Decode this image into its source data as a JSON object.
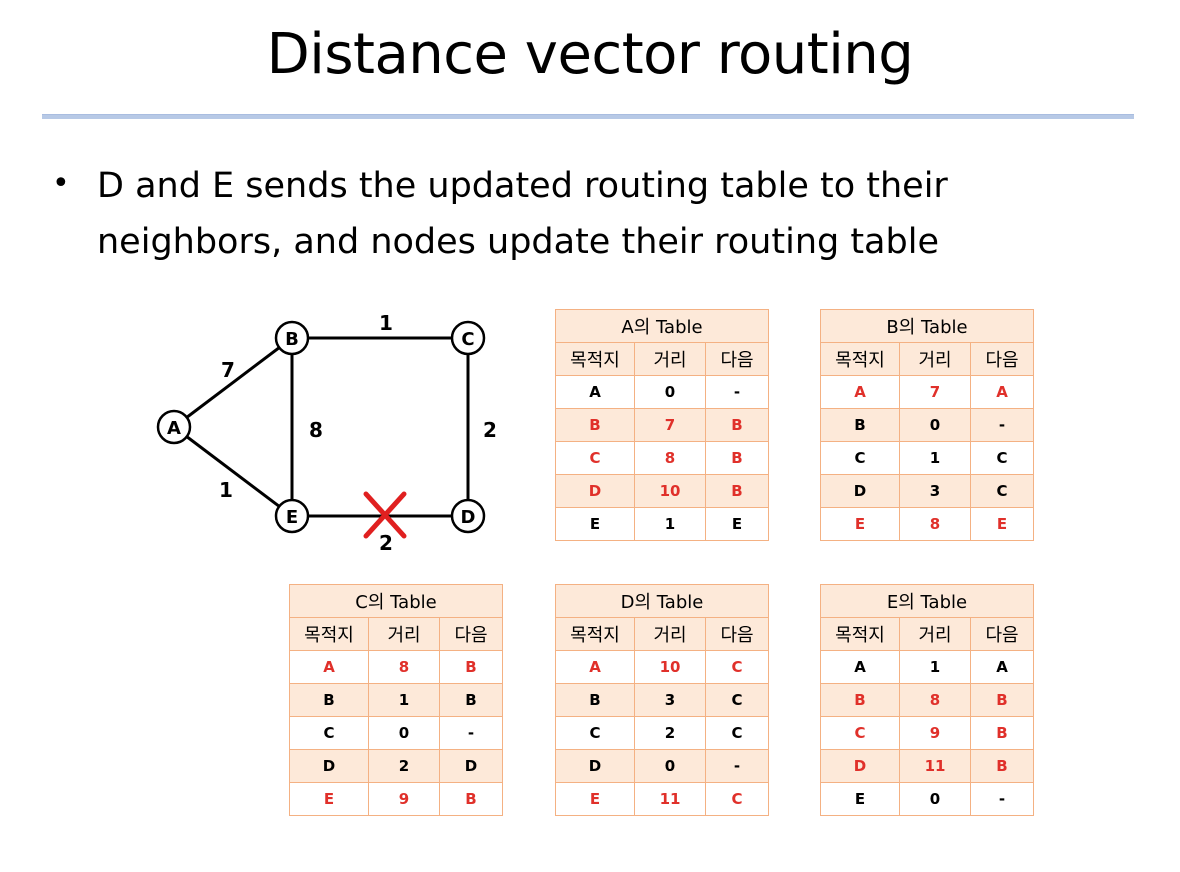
{
  "slide": {
    "title": "Distance vector routing",
    "bullet": "D and E sends the updated routing table to their neighbors, and nodes update their routing table"
  },
  "graph": {
    "nodes": [
      "A",
      "B",
      "C",
      "D",
      "E"
    ],
    "edge_weights": {
      "A-B": "7",
      "B-C": "1",
      "B-E": "8",
      "C-D": "2",
      "A-E": "1",
      "E-D": "2"
    },
    "broken_link": "E-D"
  },
  "tables": {
    "A": {
      "title": "A의 Table",
      "headers": [
        "목적지",
        "거리",
        "다음"
      ],
      "rows": [
        {
          "cells": [
            "A",
            "0",
            "-"
          ],
          "updated": false
        },
        {
          "cells": [
            "B",
            "7",
            "B"
          ],
          "updated": true
        },
        {
          "cells": [
            "C",
            "8",
            "B"
          ],
          "updated": true
        },
        {
          "cells": [
            "D",
            "10",
            "B"
          ],
          "updated": true
        },
        {
          "cells": [
            "E",
            "1",
            "E"
          ],
          "updated": false
        }
      ]
    },
    "B": {
      "title": "B의 Table",
      "headers": [
        "목적지",
        "거리",
        "다음"
      ],
      "rows": [
        {
          "cells": [
            "A",
            "7",
            "A"
          ],
          "updated": true
        },
        {
          "cells": [
            "B",
            "0",
            "-"
          ],
          "updated": false
        },
        {
          "cells": [
            "C",
            "1",
            "C"
          ],
          "updated": false
        },
        {
          "cells": [
            "D",
            "3",
            "C"
          ],
          "updated": false
        },
        {
          "cells": [
            "E",
            "8",
            "E"
          ],
          "updated": true
        }
      ]
    },
    "C": {
      "title": "C의 Table",
      "headers": [
        "목적지",
        "거리",
        "다음"
      ],
      "rows": [
        {
          "cells": [
            "A",
            "8",
            "B"
          ],
          "updated": true
        },
        {
          "cells": [
            "B",
            "1",
            "B"
          ],
          "updated": false
        },
        {
          "cells": [
            "C",
            "0",
            "-"
          ],
          "updated": false
        },
        {
          "cells": [
            "D",
            "2",
            "D"
          ],
          "updated": false
        },
        {
          "cells": [
            "E",
            "9",
            "B"
          ],
          "updated": true
        }
      ]
    },
    "D": {
      "title": "D의 Table",
      "headers": [
        "목적지",
        "거리",
        "다음"
      ],
      "rows": [
        {
          "cells": [
            "A",
            "10",
            "C"
          ],
          "updated": true
        },
        {
          "cells": [
            "B",
            "3",
            "C"
          ],
          "updated": false
        },
        {
          "cells": [
            "C",
            "2",
            "C"
          ],
          "updated": false
        },
        {
          "cells": [
            "D",
            "0",
            "-"
          ],
          "updated": false
        },
        {
          "cells": [
            "E",
            "11",
            "C"
          ],
          "updated": true
        }
      ]
    },
    "E": {
      "title": "E의 Table",
      "headers": [
        "목적지",
        "거리",
        "다음"
      ],
      "rows": [
        {
          "cells": [
            "A",
            "1",
            "A"
          ],
          "updated": false
        },
        {
          "cells": [
            "B",
            "8",
            "B"
          ],
          "updated": true
        },
        {
          "cells": [
            "C",
            "9",
            "B"
          ],
          "updated": true
        },
        {
          "cells": [
            "D",
            "11",
            "B"
          ],
          "updated": true
        },
        {
          "cells": [
            "E",
            "0",
            "-"
          ],
          "updated": false
        }
      ]
    }
  },
  "colors": {
    "updated_text": "#e0302a",
    "table_border": "#f4b183",
    "table_fill": "#fde9d9",
    "title_rule": "#b7c9e6",
    "broken_link_mark": "#e02020"
  }
}
